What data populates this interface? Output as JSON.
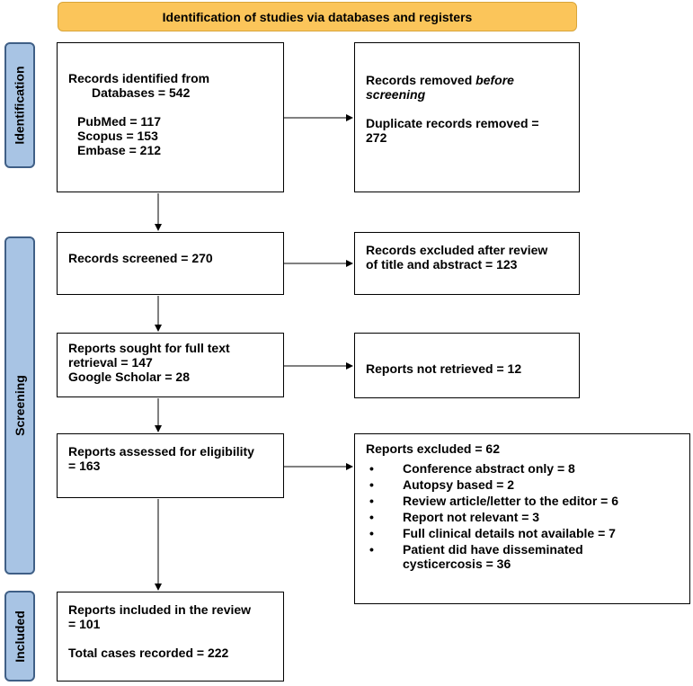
{
  "header": {
    "title": "Identification of studies via databases and registers"
  },
  "phases": {
    "identification": "Identification",
    "screening": "Screening",
    "included": "Included"
  },
  "boxes": {
    "records_identified": {
      "line1": "Records identified from",
      "line2": "Databases = 542",
      "line3": "PubMed = 117",
      "line4": "Scopus = 153",
      "line5": "Embase = 212"
    },
    "records_removed": {
      "line1": "Records removed ",
      "line1_em": "before",
      "line2_em": "screening",
      "line3": "Duplicate records removed =",
      "line4": "272"
    },
    "records_screened": {
      "line1": "Records screened = 270"
    },
    "records_excluded": {
      "line1": "Records excluded after review",
      "line2": "of title and abstract = 123"
    },
    "reports_sought": {
      "line1": "Reports sought for full text",
      "line2": "retrieval = 147",
      "line3": "Google Scholar = 28"
    },
    "reports_not_retrieved": {
      "line1": "Reports not retrieved = 12"
    },
    "reports_assessed": {
      "line1": "Reports assessed for eligibility",
      "line2": "= 163"
    },
    "reports_excluded": {
      "title": "Reports excluded = 62",
      "items": [
        "Conference abstract only = 8",
        "Autopsy based = 2",
        "Review article/letter to the editor = 6",
        "Report not relevant = 3",
        "Full clinical details not available = 7",
        "Patient did have disseminated",
        "cysticercosis = 36"
      ]
    },
    "reports_included": {
      "line1": "Reports included in the review",
      "line2": "= 101",
      "line3": "Total cases recorded = 222"
    }
  }
}
